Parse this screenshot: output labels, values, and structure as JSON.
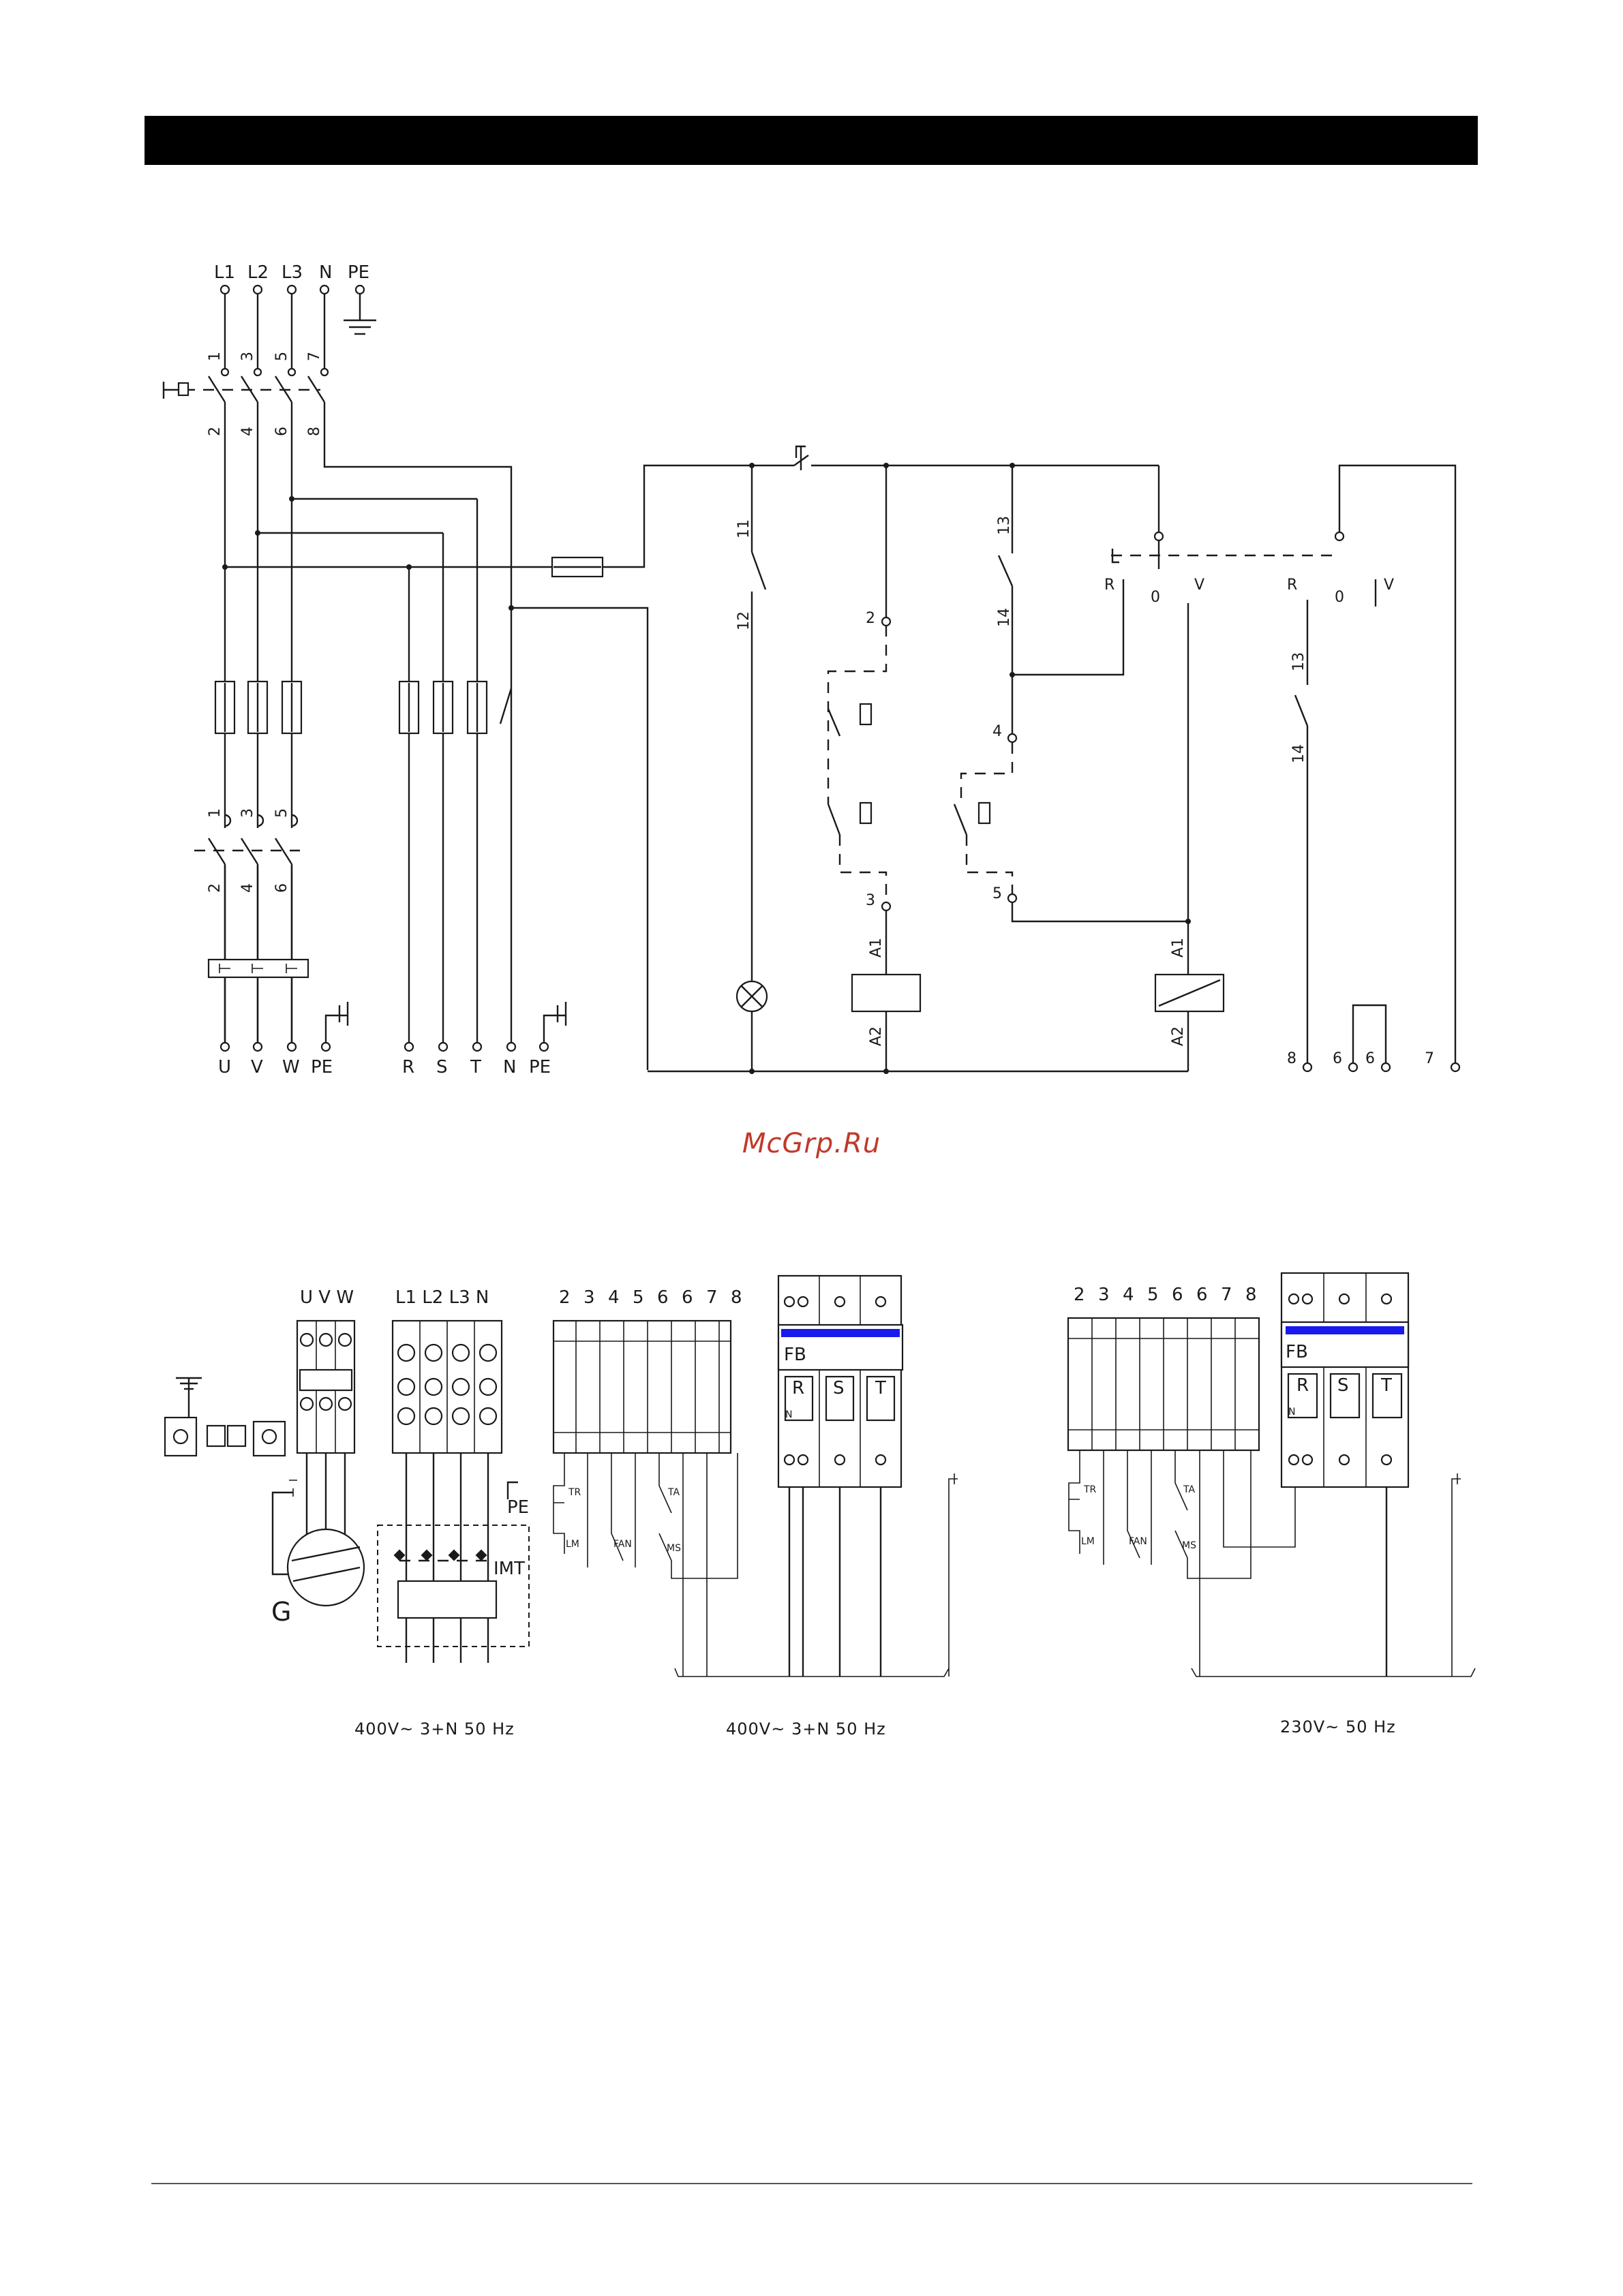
{
  "supply_terminals": [
    "L1",
    "L2",
    "L3",
    "N",
    "PE"
  ],
  "motor_terminals": [
    "U",
    "V",
    "W",
    "PE"
  ],
  "output_terminals": [
    "R",
    "S",
    "T",
    "N",
    "PE"
  ],
  "switch_contacts": {
    "top": [
      "1",
      "3",
      "5",
      "7"
    ],
    "bottom": [
      "2",
      "4",
      "6",
      "8"
    ]
  },
  "breaker_contacts": {
    "top": [
      "1",
      "3",
      "5"
    ],
    "bottom": [
      "2",
      "4",
      "6"
    ]
  },
  "control_contacts": {
    "left": [
      "11",
      "12"
    ],
    "mid": [
      "13",
      "14"
    ],
    "right": [
      "13",
      "14"
    ]
  },
  "control_nodes": {
    "relay_a": [
      "2",
      "3"
    ],
    "relay_b": [
      "4",
      "5"
    ]
  },
  "coil_labels": {
    "upper": "A1",
    "lower": "A2"
  },
  "selector_labels": {
    "left": [
      "R",
      "0",
      "V"
    ],
    "right": [
      "R",
      "0",
      "V"
    ]
  },
  "bottom_terminals_right": [
    "8",
    "6",
    "6",
    "7"
  ],
  "watermark": "McGrp.Ru",
  "panel_a": {
    "top_labels": [
      "U V W",
      "L1 L2 L3 N"
    ],
    "generator": "G",
    "pe": "PE",
    "imt": "IMT",
    "voltage": "400V~  3+N  50  Hz"
  },
  "panel_b": {
    "numbers": [
      "2",
      "3",
      "4",
      "5",
      "6",
      "6",
      "7",
      "8"
    ],
    "fb": "FB",
    "phases": [
      "R",
      "S",
      "T"
    ],
    "n": "N",
    "small": [
      "TR",
      "LM",
      "FAN",
      "TA",
      "MS"
    ],
    "voltage": "400V~  3+N  50  Hz"
  },
  "panel_c": {
    "numbers": [
      "2",
      "3",
      "4",
      "5",
      "6",
      "6",
      "7",
      "8"
    ],
    "fb": "FB",
    "phases": [
      "R",
      "S",
      "T"
    ],
    "n": "N",
    "small": [
      "TR",
      "LM",
      "FAN",
      "TA",
      "MS"
    ],
    "voltage": "230V~  50  Hz"
  },
  "colors": {
    "fb_bar": "#1a1aee",
    "watermark": "#c0392b"
  }
}
